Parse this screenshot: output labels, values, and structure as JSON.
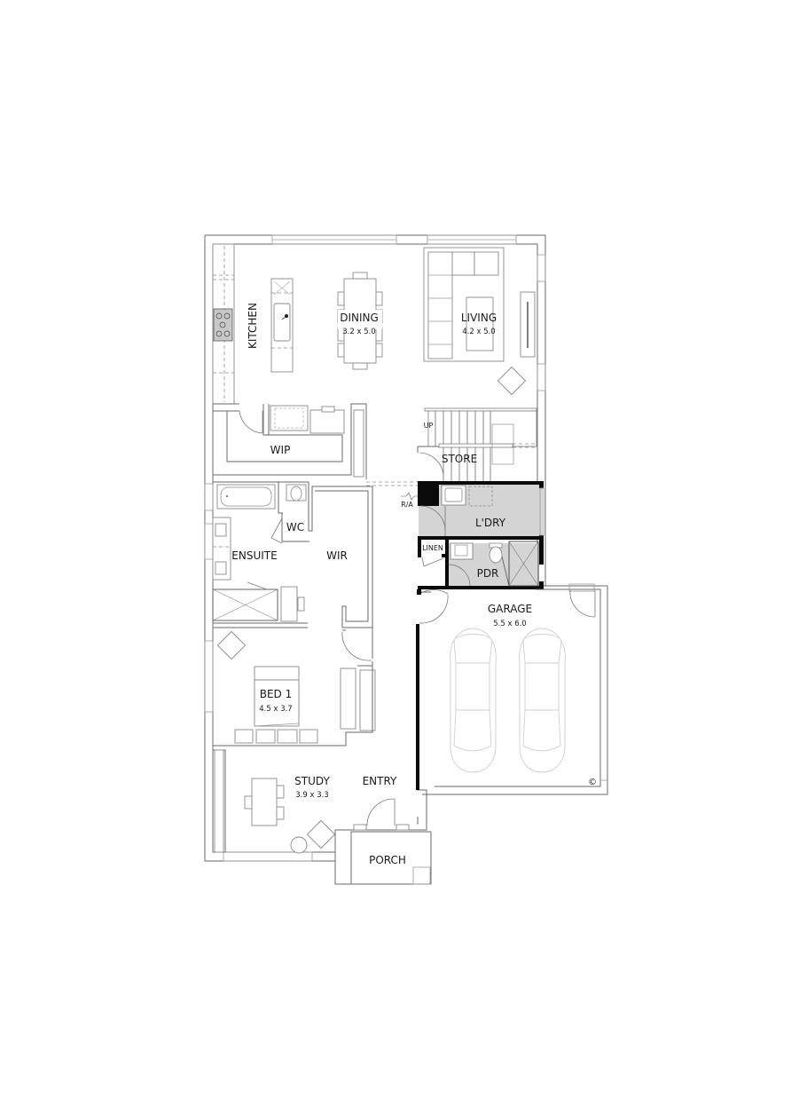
{
  "floor_plan": {
    "rooms": [
      {
        "id": "kitchen",
        "label": "KITCHEN",
        "dimensions": null
      },
      {
        "id": "dining",
        "label": "DINING",
        "dimensions": "3.2 x 5.0"
      },
      {
        "id": "living",
        "label": "LIVING",
        "dimensions": "4.2 x 5.0"
      },
      {
        "id": "wip",
        "label": "WIP",
        "dimensions": null
      },
      {
        "id": "store",
        "label": "STORE",
        "dimensions": null
      },
      {
        "id": "ra",
        "label": "R/A",
        "dimensions": null
      },
      {
        "id": "laundry",
        "label": "L'DRY",
        "dimensions": null
      },
      {
        "id": "wc",
        "label": "WC",
        "dimensions": null
      },
      {
        "id": "ensuite",
        "label": "ENSUITE",
        "dimensions": null
      },
      {
        "id": "wir",
        "label": "WIR",
        "dimensions": null
      },
      {
        "id": "linen",
        "label": "LINEN",
        "dimensions": null
      },
      {
        "id": "pdr",
        "label": "PDR",
        "dimensions": null
      },
      {
        "id": "garage",
        "label": "GARAGE",
        "dimensions": "5.5 x 6.0"
      },
      {
        "id": "bed1",
        "label": "BED 1",
        "dimensions": "4.5 x 3.7"
      },
      {
        "id": "study",
        "label": "STUDY",
        "dimensions": "3.9 x 3.3"
      },
      {
        "id": "entry",
        "label": "ENTRY",
        "dimensions": null
      },
      {
        "id": "porch",
        "label": "PORCH",
        "dimensions": null
      }
    ],
    "stair_label": "UP",
    "copyright_symbol": "©",
    "colors": {
      "wall_line": "#6a6a6a",
      "solid_wall": "#0a0a0a",
      "wet_area_fill": "#d4d4d4",
      "car_outline": "#cfcfcf",
      "background": "#ffffff"
    }
  }
}
